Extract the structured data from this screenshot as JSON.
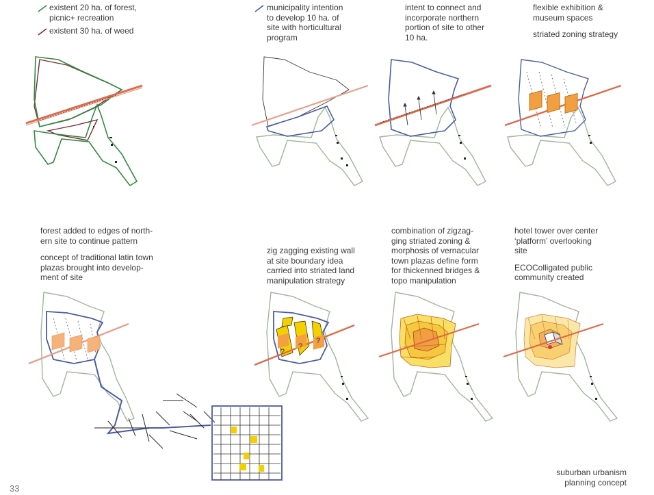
{
  "legend": {
    "forest": {
      "text": [
        "existent 20 ha. of forest,",
        "picnic+ recreation"
      ],
      "color": "#2e8b3e"
    },
    "weed": {
      "text": [
        "existent 30 ha. of weed"
      ],
      "color": "#7a2a3a"
    },
    "horticulture": {
      "text": [
        "municipality intention",
        "to develop 10 ha. of",
        "site with horticultural",
        "program"
      ],
      "color": "#4a5aa8"
    }
  },
  "captions": {
    "connect": [
      "intent to connect and",
      "incorporate northern",
      "portion of site to other",
      "10 ha."
    ],
    "exhibition": {
      "p1": [
        "flexible exhibition &",
        "museum spaces"
      ],
      "p2": [
        "striated zoning strategy"
      ]
    },
    "forest_added": {
      "p1": [
        "forest added to edges of north-",
        "ern site to continue pattern"
      ],
      "p2": [
        "concept of traditional latin town",
        "plazas brought into develop-",
        "ment of site"
      ]
    },
    "zigzag": [
      "zig zagging existing wall",
      "at site boundary idea",
      "carried into striated land",
      "manipulation strategy"
    ],
    "combination": [
      "combination of zigzag-",
      "ging striated zoning &",
      "morphosis of vernacular",
      "town plazas define form",
      "for thickenned bridges &",
      "topo manipulation"
    ],
    "hotel": {
      "p1": [
        "hotel tower over center",
        "‘platform’ overlooking",
        "site"
      ],
      "p2": [
        "ECOColligated public",
        "community created"
      ]
    }
  },
  "footer": {
    "line1": "suburban urbanism",
    "line2": "planning concept"
  },
  "page_number": "33",
  "glyphs": {
    "question": "?"
  },
  "colors": {
    "site_outline": "#9fb59a",
    "forest": "#2e8b3e",
    "weed": "#7a2a3a",
    "horticulture": "#4a5aa8",
    "road": "#e06a4a",
    "plaza": "#f0a040",
    "zigzag_fill": "#f5d000",
    "topo_orange": "#e08a20"
  }
}
